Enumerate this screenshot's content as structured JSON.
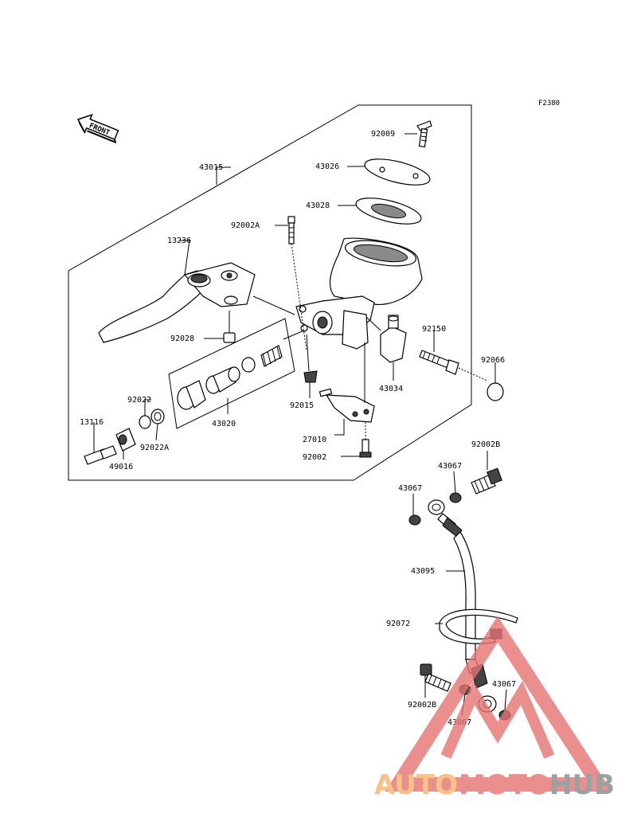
{
  "figure_code": "F2380",
  "front_label": "FRONT",
  "labels": {
    "p43015": "43015",
    "p92009": "92009",
    "p43026": "43026",
    "p43028": "43028",
    "p92002A": "92002A",
    "p13236": "13236",
    "p92028": "92028",
    "p92022": "92022",
    "p92022A": "92022A",
    "p43020": "43020",
    "p13116": "13116",
    "p49016": "49016",
    "p92150": "92150",
    "p92066": "92066",
    "p43034": "43034",
    "p92015": "92015",
    "p27010": "27010",
    "p92002": "92002",
    "p92002B_top": "92002B",
    "p43067_a": "43067",
    "p43067_b": "43067",
    "p43095": "43095",
    "p92072": "92072",
    "p92002B_bot": "92002B",
    "p43067_c": "43067",
    "p43067_d": "43067"
  },
  "watermark": {
    "part1": "AUTO",
    "part2": "MOTO",
    "part3": "HUB",
    "color_orange": "#f6b26b",
    "color_red": "#e57373",
    "color_gray": "#7f8c8d"
  }
}
